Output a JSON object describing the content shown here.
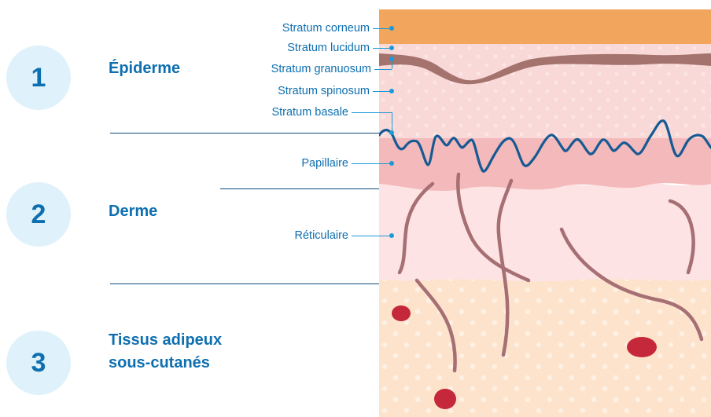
{
  "sections": [
    {
      "number": "1",
      "title": "Épiderme"
    },
    {
      "number": "2",
      "title": "Derme"
    },
    {
      "number": "3",
      "title_line1": "Tissus adipeux",
      "title_line2": "sous-cutanés"
    }
  ],
  "layers": {
    "corneum": "Stratum corneum",
    "lucidum": "Stratum lucidum",
    "granulosum": "Stratum granuosum",
    "spinosum": "Stratum spinosum",
    "basale": "Stratum basale",
    "papillaire": "Papillaire",
    "reticulaire": "Réticulaire"
  },
  "colors": {
    "accent_blue": "#0d6fb0",
    "leader_blue": "#1a9ad8",
    "corneum_orange": "#f2a55c",
    "granulosum_brown": "#a4736e",
    "epidermis_pink": "#f9d9d8",
    "papillary_pink": "#f4b9bb",
    "reticular_pink": "#fde3e3",
    "fat_peach": "#fde3cc",
    "basal_line_blue": "#175a93",
    "fiber_mauve": "#a66f74",
    "blood_cell_red": "#c4283a"
  }
}
